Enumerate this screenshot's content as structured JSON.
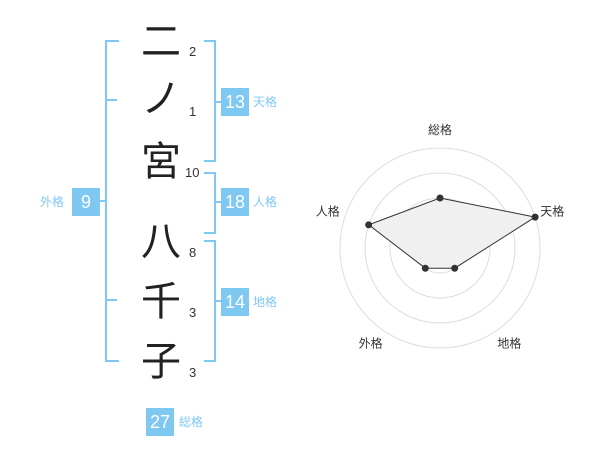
{
  "name_chars": [
    {
      "char": "二",
      "strokes": "2"
    },
    {
      "char": "ノ",
      "strokes": "1"
    },
    {
      "char": "宮",
      "strokes": "10"
    },
    {
      "char": "八",
      "strokes": "8"
    },
    {
      "char": "千",
      "strokes": "3"
    },
    {
      "char": "子",
      "strokes": "3"
    }
  ],
  "fortunes": {
    "tenkaku": {
      "label": "天格",
      "value": "13"
    },
    "jinkaku": {
      "label": "人格",
      "value": "18"
    },
    "chikaku": {
      "label": "地格",
      "value": "14"
    },
    "gaikaku": {
      "label": "外格",
      "value": "9"
    },
    "soukaku": {
      "label": "総格",
      "value": "27"
    }
  },
  "colors": {
    "accent": "#7ec8f2",
    "polygon_fill": "#f0f0f0",
    "grid": "#dddddd",
    "line": "#333333"
  },
  "chart_data": {
    "type": "radar",
    "axes": [
      "総格",
      "天格",
      "地格",
      "外格",
      "人格"
    ],
    "values": [
      2,
      4,
      1,
      1,
      3
    ],
    "rmax": 4,
    "rings": 4,
    "grid": true
  }
}
